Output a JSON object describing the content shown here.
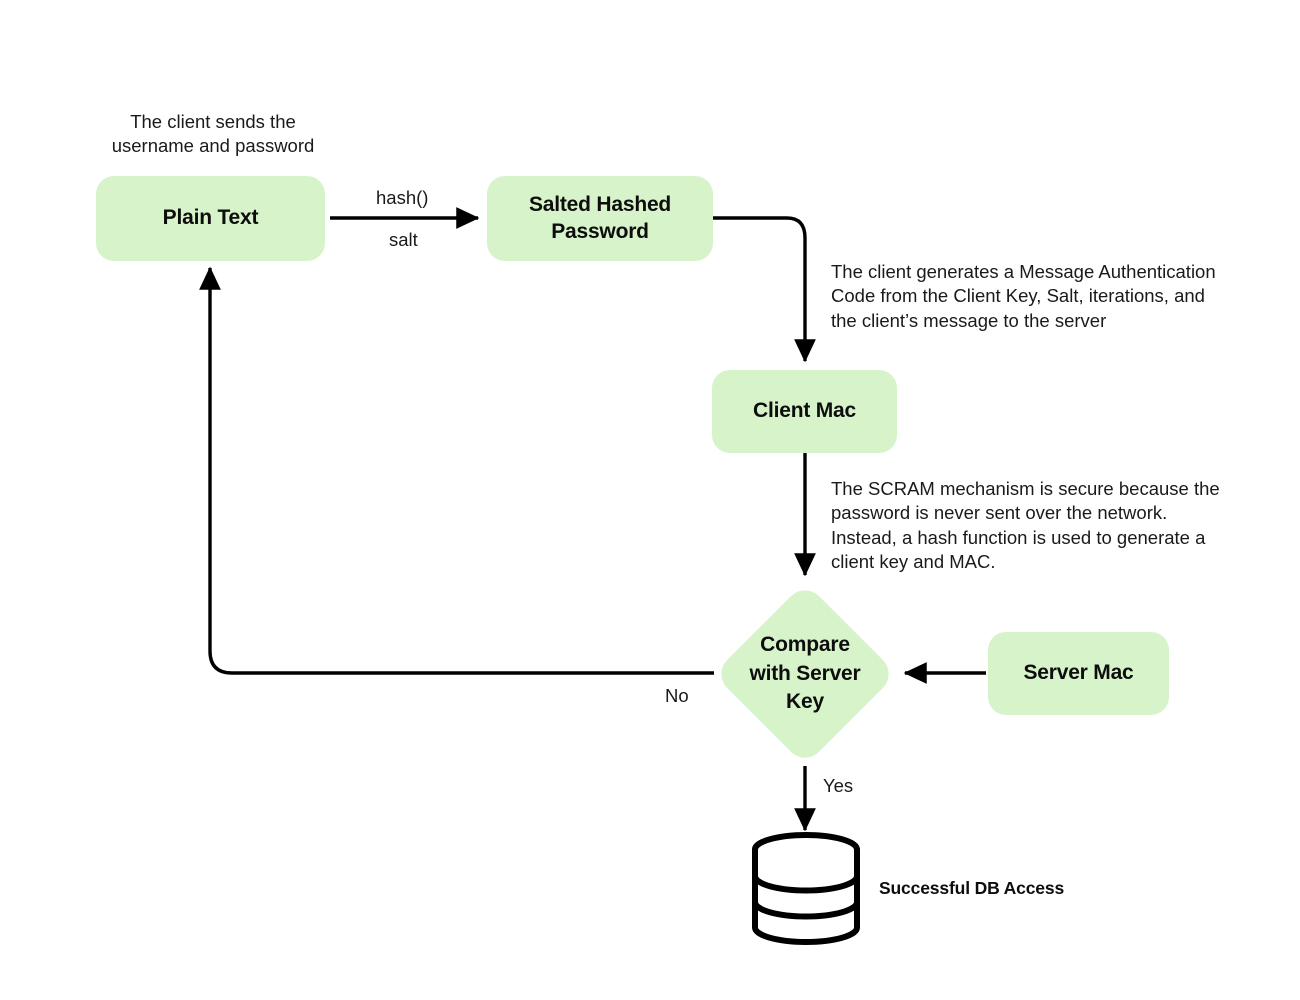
{
  "diagram": {
    "title": "SCRAM authentication flow",
    "background": "#ffffff",
    "node_fill": "#d6f3c9",
    "stroke": "#000000",
    "text_color": "#111111"
  },
  "nodes": {
    "plain_text": {
      "label": "Plain Text",
      "shape": "rounded-rect"
    },
    "salted_hash": {
      "label": "Salted Hashed\nPassword",
      "shape": "rounded-rect"
    },
    "client_mac": {
      "label": "Client Mac",
      "shape": "rounded-rect"
    },
    "server_mac": {
      "label": "Server Mac",
      "shape": "rounded-rect"
    },
    "decision": {
      "label": "Compare\nwith Server\nKey",
      "shape": "diamond"
    },
    "database": {
      "label": "database-cylinder",
      "shape": "cylinder"
    }
  },
  "captions": {
    "client_sends": "The client sends the\nusername and password",
    "client_generates": "The client generates a Message Authentication Code from the Client Key, Salt, iterations, and the client’s message to the server",
    "scram_secure": "The SCRAM mechanism is secure because the password is never sent over the network. Instead, a hash function is used to generate a client key and MAC.",
    "db_access": "Successful DB Access"
  },
  "edge_labels": {
    "hash": "hash()",
    "salt": "salt",
    "no": "No",
    "yes": "Yes"
  },
  "edges": [
    {
      "name": "plain-text-to-salted-hash",
      "from": "plain_text",
      "to": "salted_hash",
      "labels": [
        "hash()",
        "salt"
      ]
    },
    {
      "name": "salted-hash-to-client-mac",
      "from": "salted_hash",
      "to": "client_mac",
      "labels": []
    },
    {
      "name": "client-mac-to-decision",
      "from": "client_mac",
      "to": "decision",
      "labels": []
    },
    {
      "name": "server-mac-to-decision",
      "from": "server_mac",
      "to": "decision",
      "labels": []
    },
    {
      "name": "decision-to-plain-text",
      "from": "decision",
      "to": "plain_text",
      "labels": [
        "No"
      ]
    },
    {
      "name": "decision-to-database",
      "from": "decision",
      "to": "database",
      "labels": [
        "Yes"
      ]
    }
  ]
}
